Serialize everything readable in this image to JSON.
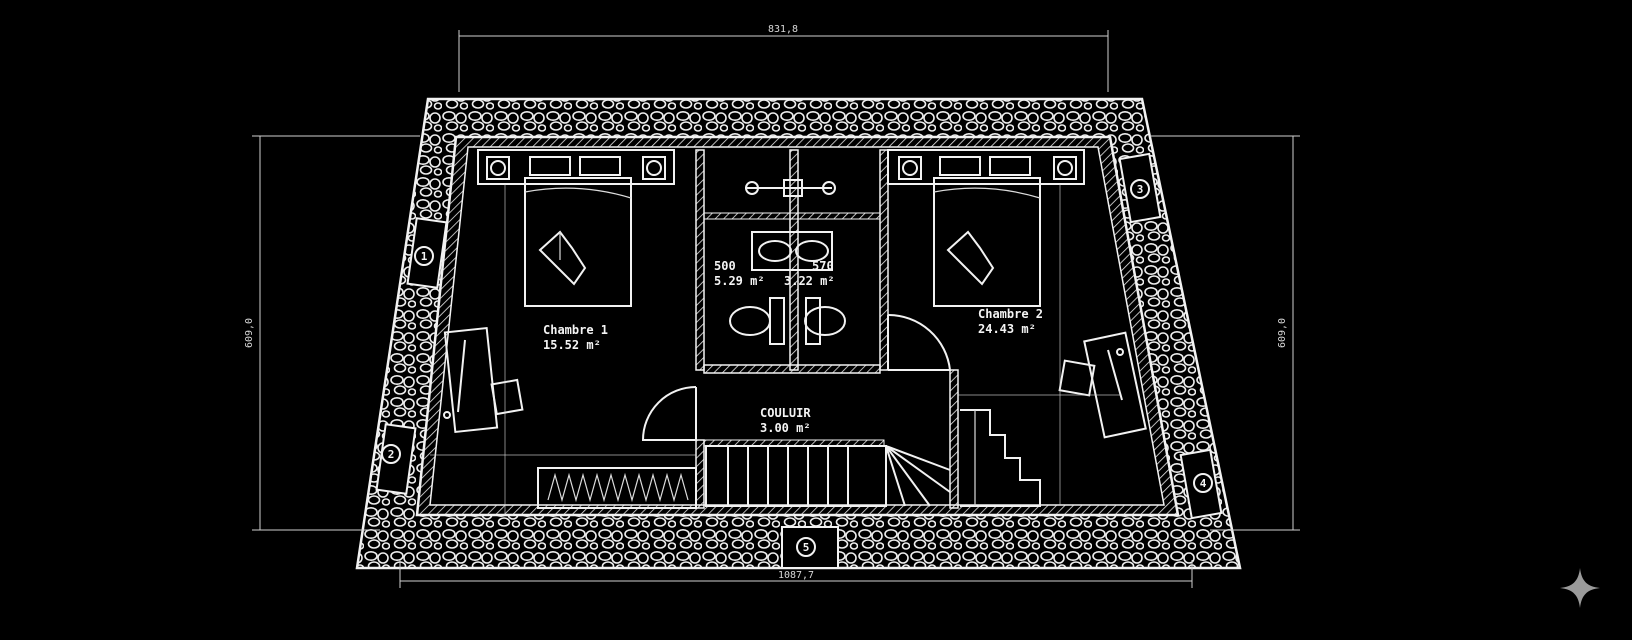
{
  "dimensions": {
    "top": "831,8",
    "bottom": "1087,7",
    "left": "609,0",
    "right": "609,0"
  },
  "rooms": [
    {
      "name": "Chambre 1",
      "area": "15.52 m²"
    },
    {
      "name": "Chambre 2",
      "area": "24.43 m²"
    },
    {
      "name": "COULUIR",
      "area": "3.00 m²"
    },
    {
      "name": "500",
      "area": "5.29 m²"
    },
    {
      "name": "570",
      "area": "3.22 m²"
    }
  ],
  "markers": [
    "1",
    "2",
    "3",
    "4",
    "5"
  ],
  "icons": {
    "corner": "sparkle-icon"
  },
  "colors": {
    "background": "#000000",
    "line": "#f2f2f2"
  }
}
